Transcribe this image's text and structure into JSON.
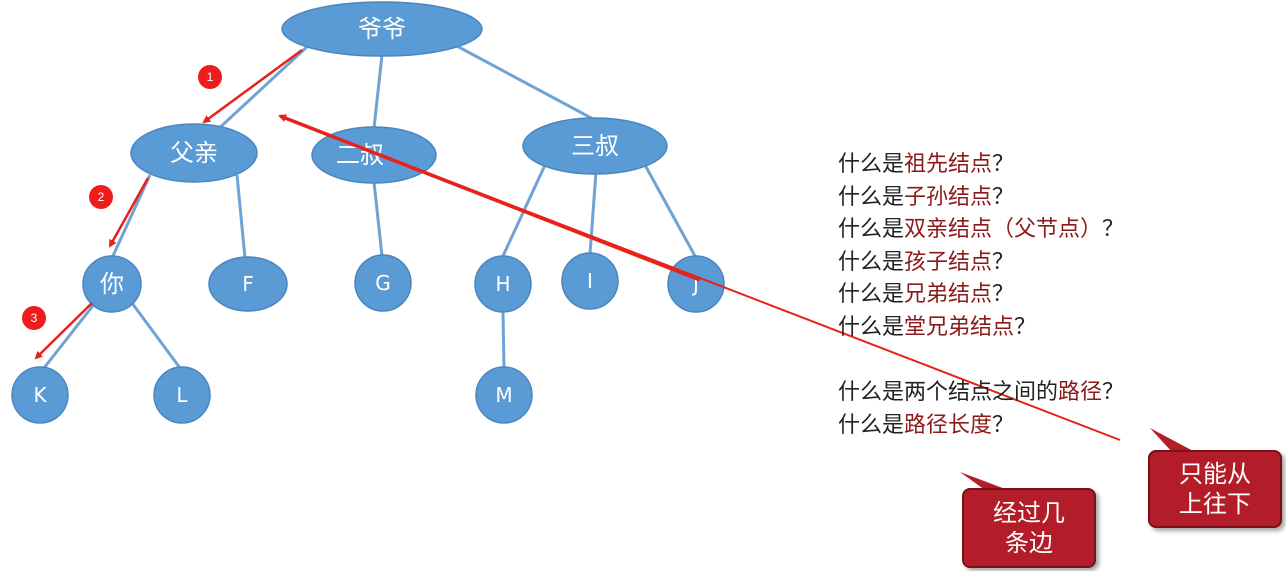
{
  "tree": {
    "nodes": {
      "grandpa": "爷爷",
      "father": "父亲",
      "uncle2": "二叔",
      "uncle3": "三叔",
      "you": "你",
      "f": "F",
      "g": "G",
      "h": "H",
      "i": "I",
      "j": "J",
      "k": "K",
      "l": "L",
      "m": "M"
    },
    "badges": [
      "1",
      "2",
      "3"
    ]
  },
  "questions": [
    {
      "prefix": "什么是",
      "term": "祖先结点",
      "suffix": "？"
    },
    {
      "prefix": "什么是",
      "term": "子孙结点",
      "suffix": "？"
    },
    {
      "prefix": "什么是",
      "term": "双亲结点（父节点）",
      "suffix": "？"
    },
    {
      "prefix": "什么是",
      "term": "孩子结点",
      "suffix": "？"
    },
    {
      "prefix": "什么是",
      "term": "兄弟结点",
      "suffix": "？"
    },
    {
      "prefix": "什么是",
      "term": "堂兄弟结点",
      "suffix": "？"
    },
    {
      "prefix": "什么是两个结点之间的",
      "term": "路径",
      "suffix": "？"
    },
    {
      "prefix": "什么是",
      "term": "路径长度",
      "suffix": "？"
    }
  ],
  "callouts": {
    "direction": {
      "line1": "只能从",
      "line2": "上往下"
    },
    "edges": {
      "line1": "经过几",
      "line2": "条边"
    }
  },
  "colors": {
    "node_fill": "#5b9bd5",
    "edge": "#6fa3d4",
    "arrow": "#e8211b",
    "highlight": "#8b1a1a",
    "callout": "#b31d2a"
  }
}
